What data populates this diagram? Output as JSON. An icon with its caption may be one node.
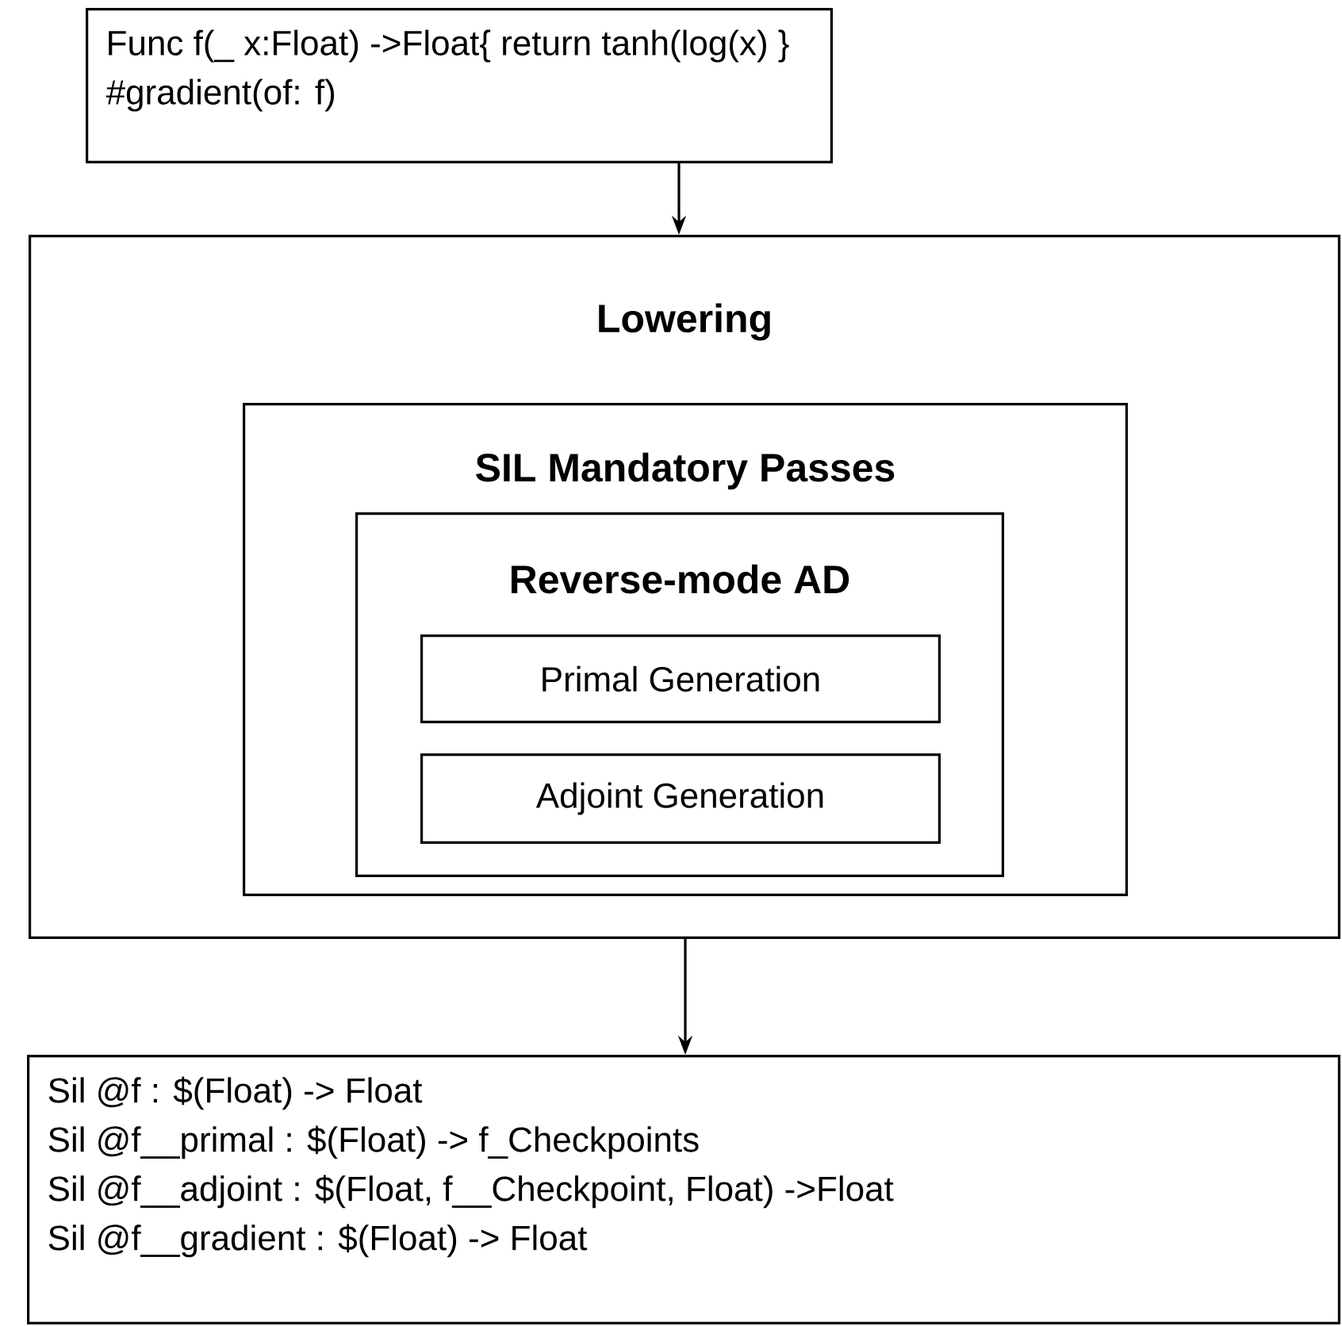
{
  "diagram": {
    "nodes": [
      {
        "text": [
          "Func f(_ x:Float) ->Float{ return tanh(log(x) }",
          "#gradient(of: f)"
        ]
      },
      {
        "text": [
          "Lowering"
        ]
      },
      {
        "text": [
          "SIL Mandatory Passes"
        ],
        "in": 1
      },
      {
        "text": [
          "Reverse-mode AD"
        ],
        "in": 2
      },
      {
        "text": [
          "Primal Generation"
        ],
        "in": 3
      },
      {
        "text": [
          "Adjoint Generation"
        ],
        "in": 3
      },
      {
        "text": [
          "Sil @f : $(Float) -> Float",
          "Sil @f__primal : $(Float) -> f_Checkpoints",
          "Sil @f__adjoint : $(Float, f__Checkpoint, Float) ->Float",
          "Sil @f__gradient : $(Float) -> Float"
        ]
      }
    ],
    "edges": [
      {
        "from": 0,
        "to": 1,
        "arrow": "to"
      },
      {
        "from": 1,
        "to": 6,
        "arrow": "to"
      }
    ]
  }
}
